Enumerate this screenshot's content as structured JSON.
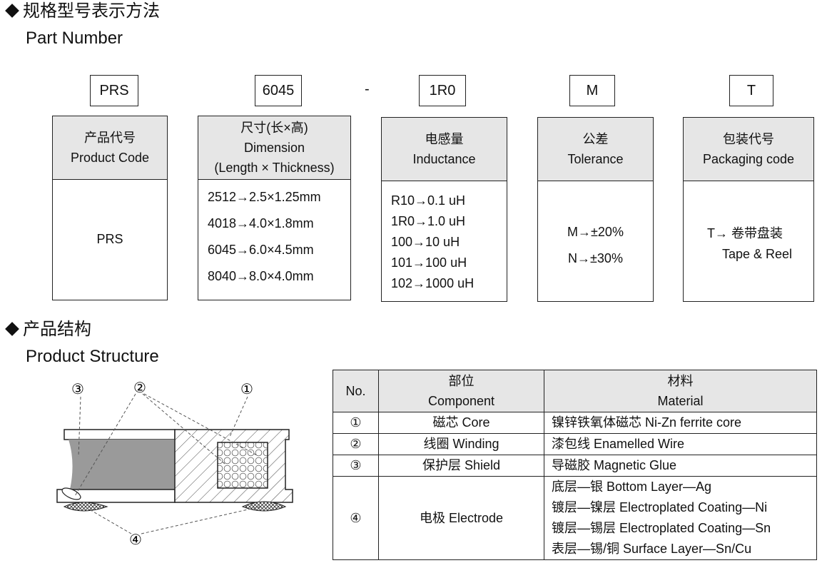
{
  "section1": {
    "title_cn": "规格型号表示方法",
    "title_en": "Part Number"
  },
  "codes": {
    "c1": "PRS",
    "c2": "6045",
    "dash": "-",
    "c3": "1R0",
    "c4": "M",
    "c5": "T"
  },
  "specs": {
    "product": {
      "cn": "产品代号",
      "en": "Product Code",
      "body": "PRS"
    },
    "dimension": {
      "cn": "尺寸(长×高)",
      "en": "Dimension",
      "sub": "(Length × Thickness)",
      "items": [
        "2512→2.5×1.25mm",
        "4018→4.0×1.8mm",
        "6045→6.0×4.5mm",
        "8040→8.0×4.0mm"
      ]
    },
    "inductance": {
      "cn": "电感量",
      "en": "Inductance",
      "items": [
        "R10→0.1 uH",
        "1R0→1.0 uH",
        "100→10 uH",
        "101→100 uH",
        "102→1000 uH"
      ]
    },
    "tolerance": {
      "cn": "公差",
      "en": "Tolerance",
      "items": [
        "M→±20%",
        "N→±30%"
      ]
    },
    "packaging": {
      "cn": "包装代号",
      "en": "Packaging code",
      "items": [
        "T→  卷带盘装",
        "Tape & Reel"
      ]
    }
  },
  "section2": {
    "title_cn": "产品结构",
    "title_en": "Product Structure"
  },
  "diagram": {
    "labels": [
      "③",
      "②",
      "①",
      "④"
    ]
  },
  "table": {
    "headers": {
      "no": "No.",
      "component_cn": "部位",
      "component_en": "Component",
      "material_cn": "材料",
      "material_en": "Material"
    },
    "rows": [
      {
        "no": "①",
        "component": "磁芯 Core",
        "material": [
          "镍锌铁氧体磁芯 Ni-Zn ferrite core"
        ]
      },
      {
        "no": "②",
        "component": "线圈 Winding",
        "material": [
          "漆包线 Enamelled Wire"
        ]
      },
      {
        "no": "③",
        "component": "保护层 Shield",
        "material": [
          "导磁胶 Magnetic Glue"
        ]
      },
      {
        "no": "④",
        "component": "电极 Electrode",
        "material": [
          "底层—银  Bottom Layer—Ag",
          "镀层—镍层 Electroplated Coating—Ni",
          "镀层—锡层 Electroplated Coating—Sn",
          "表层—锡/铜 Surface Layer—Sn/Cu"
        ]
      }
    ]
  }
}
